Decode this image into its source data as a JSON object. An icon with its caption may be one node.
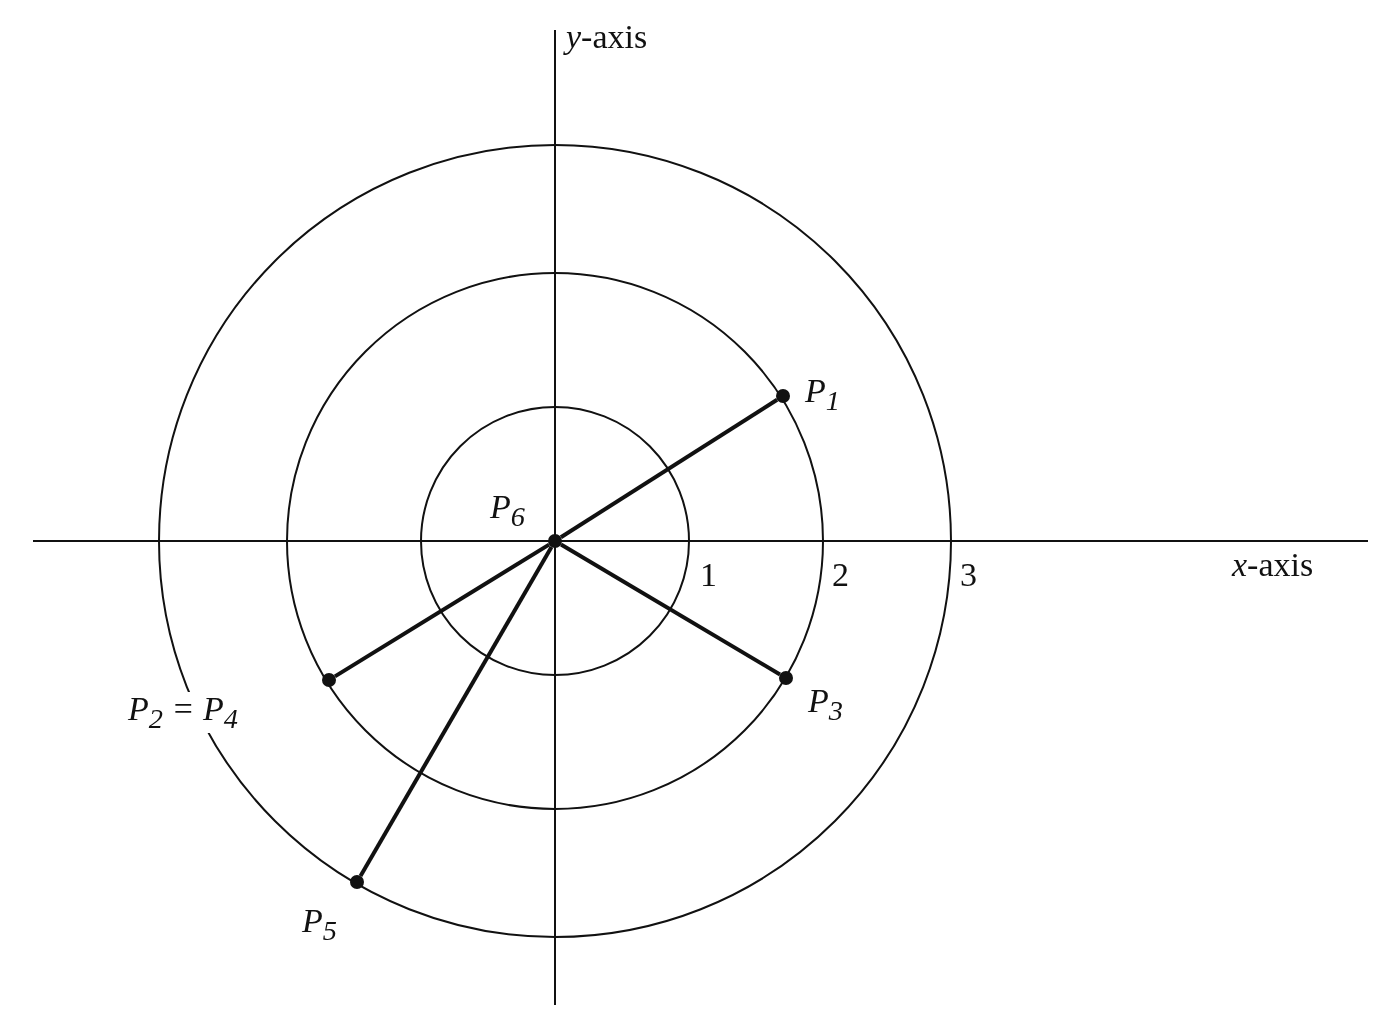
{
  "diagram": {
    "nodes": [
      {
        "text": [],
        "shape": "circle",
        "beside": [
          "P$_{1}$"
        ]
      },
      {
        "text": [],
        "shape": "circle",
        "beside": [
          "P$_{6}$"
        ]
      },
      {
        "text": [],
        "shape": "circle",
        "beside": [
          "P$_{2}$ = P$_{4}$"
        ]
      },
      {
        "text": [],
        "shape": "circle",
        "beside": [
          "P$_{3}$"
        ]
      },
      {
        "text": [],
        "shape": "circle",
        "beside": [
          "P$_{5}$"
        ]
      }
    ],
    "edges": [
      {
        "from": 1,
        "to": 0,
        "arrow": "none"
      },
      {
        "from": 1,
        "to": 2,
        "arrow": "none"
      },
      {
        "from": 1,
        "to": 3,
        "arrow": "none"
      },
      {
        "from": 1,
        "to": 4,
        "arrow": "none"
      }
    ],
    "labels": [
      "*y*-axis",
      "1",
      "2",
      "3",
      "*x*-axis"
    ]
  }
}
